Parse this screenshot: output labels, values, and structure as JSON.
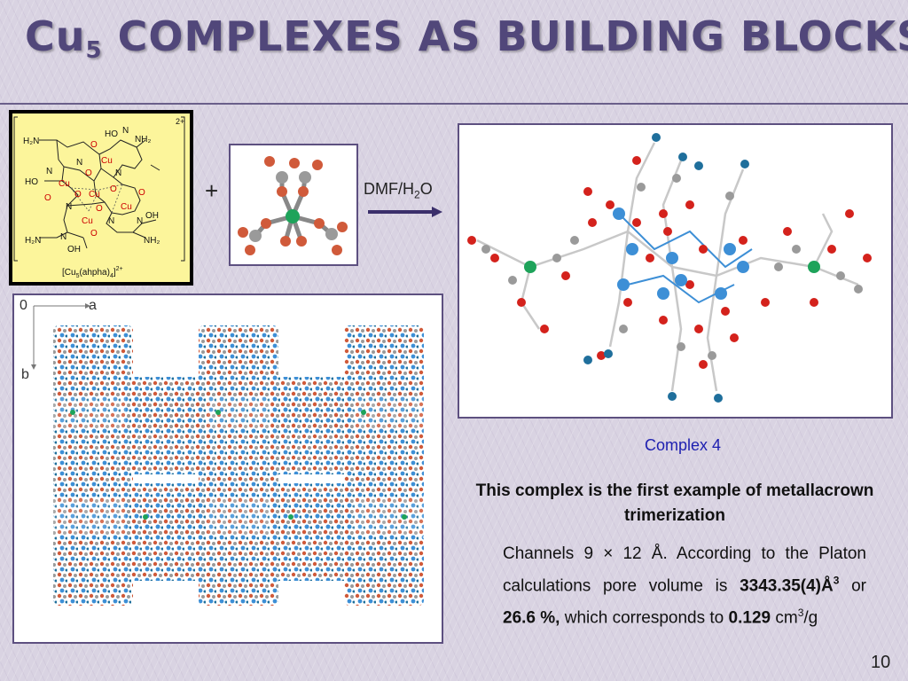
{
  "slide": {
    "title_main": "Cu",
    "title_sub": "5",
    "title_rest": " COMPLEXES AS BUILDING BLOCKS",
    "page_number": "10"
  },
  "reaction": {
    "plus": "+",
    "reagent_prefix": "DMF/H",
    "reagent_sub": "2",
    "reagent_suffix": "O"
  },
  "chem_structure": {
    "charge": "2+",
    "label_prefix": "[Cu",
    "label_sub1": "5",
    "label_mid": "(ahpha)",
    "label_sub2": "4",
    "label_end": "]",
    "label_sup": "2+",
    "atoms": [
      "H2N",
      "HO",
      "NH2",
      "N",
      "O",
      "Cu",
      "N",
      "HO",
      "N",
      "O",
      "Cu",
      "Cu",
      "O",
      "O",
      "N",
      "O",
      "O",
      "N",
      "Cu",
      "N",
      "OH",
      "Cu",
      "N",
      "O",
      "H2N",
      "N",
      "NH2",
      "OH",
      "O"
    ]
  },
  "packing_axes": {
    "origin": "0",
    "axis_a": "a",
    "axis_b": "b"
  },
  "complex": {
    "caption": "Complex 4",
    "statement": "This complex is the first example of metallacrown trimerization",
    "channels_text": "Channels 9 × 12 Å. According to the Platon calculations pore volume is ",
    "pore_volume": "3343.35(4)Å",
    "pore_volume_sup": "3",
    "or_text": " or ",
    "percent": "26.6 %,",
    "corresponds_text": " which corresponds to ",
    "density_value": "0.129",
    "density_unit_prefix": " cm",
    "density_unit_sup": "3",
    "density_unit_suffix": "/g"
  },
  "colors": {
    "title": "#51477a",
    "caption": "#1d1fb0",
    "copper_atom": "#3d8fd6",
    "oxygen_atom": "#d4221c",
    "carbon_atom": "#9a9a9a",
    "nitrogen_atom": "#1f6f9c",
    "central_metal": "#1ea35a",
    "chem_box_bg": "#fcf59b"
  }
}
